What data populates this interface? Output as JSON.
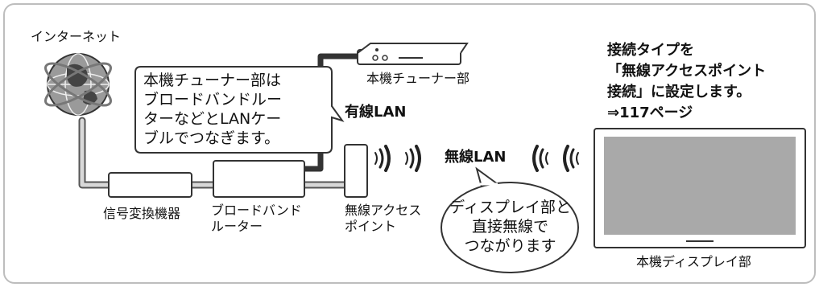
{
  "labels": {
    "internet": "インターネット",
    "signal_converter": "信号変換機器",
    "router": "ブロードバンド\nルーター",
    "tuner": "本機チューナー部",
    "access_point": "無線アクセス\nポイント",
    "display": "本機ディスプレイ部",
    "wired_lan": "有線LAN",
    "wireless_lan": "無線LAN"
  },
  "callouts": {
    "tuner_note": "本機チューナー部は\nブロードバンドルー\nターなどとLANケー\nブルでつなぎます。",
    "display_note": "ディスプレイ部と\n直接無線で\nつながります"
  },
  "instructions": {
    "lines": [
      "接続タイプを",
      "「無線アクセスポイント",
      "接続」に設定します。",
      "⇒117ページ"
    ]
  }
}
